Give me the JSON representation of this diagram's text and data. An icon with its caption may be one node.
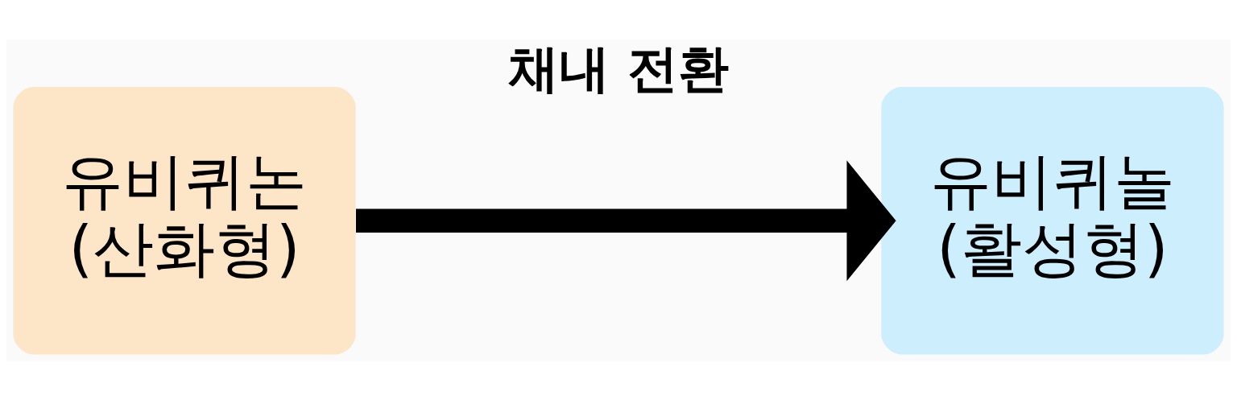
{
  "diagram": {
    "nodes": [
      {
        "text": [
          "유비퀴논",
          "(산화형)"
        ]
      },
      {
        "text": [
          "유비퀴놀",
          "(활성형)"
        ]
      }
    ],
    "edges": [
      {
        "from": 0,
        "to": 1,
        "arrow": "to",
        "label": "채내 전환"
      }
    ]
  }
}
